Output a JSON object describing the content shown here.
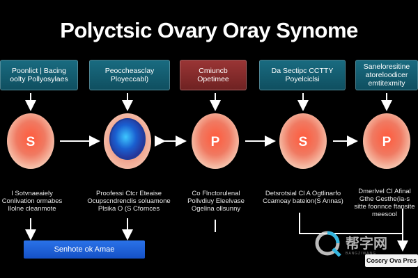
{
  "title": "Polyctsic Ovary Oray Synome",
  "top_boxes": [
    {
      "line1": "Poonlict | Bacing",
      "line2": "oolty Pollyosylaes"
    },
    {
      "line1": "Peoccheasclay",
      "line2": "Ployeccabl)"
    },
    {
      "line1": "Cmiuncb",
      "line2": "Opetimee"
    },
    {
      "line1": "Da Sectipc CCTTY",
      "line2": "Poyelciclsi"
    },
    {
      "line1": "Saneloresitine",
      "line2": "atoreloodicer",
      "line3": "emtitexmity"
    }
  ],
  "circles": [
    {
      "label": "S",
      "type": "follicle"
    },
    {
      "label": "",
      "type": "ovum"
    },
    {
      "label": "P",
      "type": "follicle"
    },
    {
      "label": "S",
      "type": "follicle"
    },
    {
      "label": "P",
      "type": "follicle"
    }
  ],
  "captions": [
    [
      "I Sotvnaeaiely",
      "Conlivation ormabes",
      "Ilolne cleanmote"
    ],
    [
      "Proofessi Ctcr Eteaise",
      "Ocupscndrenclis soluamone",
      "Plsika O (S Cfornces"
    ],
    [
      "Co Flnctorulenal",
      "Pollvdiuy Eleelvase",
      "Ogelina ollsunny"
    ],
    [
      "Detsrotsial Cl A Ogtlinarfo",
      "Ccamoay bateion(S Annas)"
    ],
    [
      "Dmerlvel CI Afinal",
      "Gthe Gesthe(ia-s",
      "sitte foonnce ftansite",
      "meesool"
    ]
  ],
  "bottom_bar": "Senhote ok Amae",
  "bottom_pill": "Coscry Ova Pres",
  "watermark": {
    "text": "帮字网",
    "sub": "BANGZIWANG"
  }
}
